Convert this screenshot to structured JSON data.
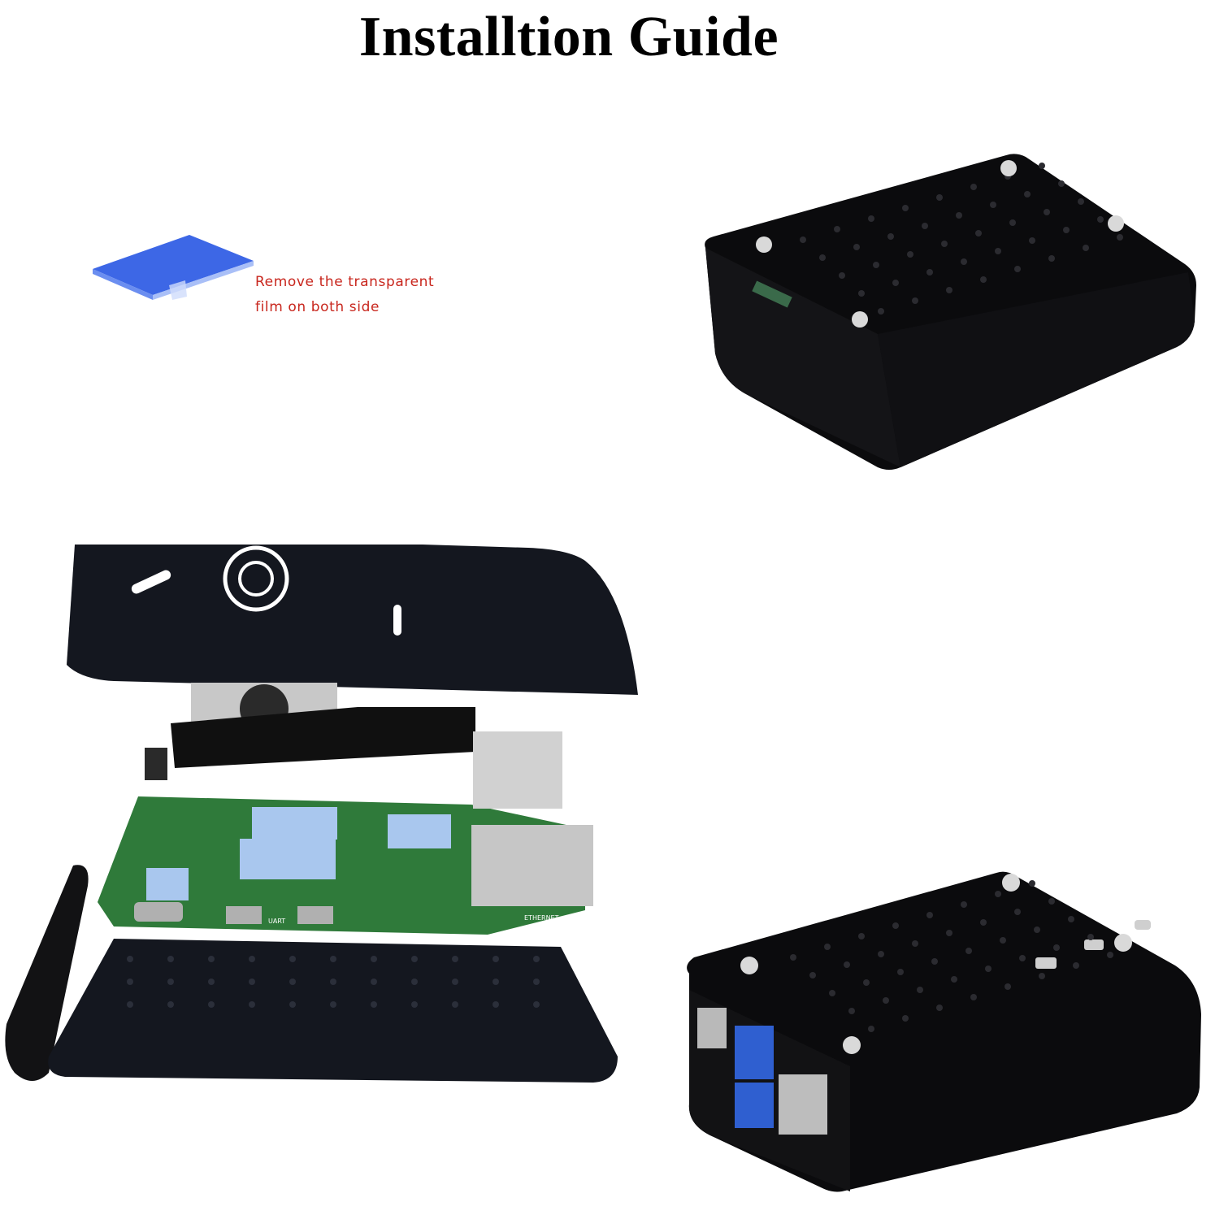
{
  "title": "Installtion Guide",
  "thermal_pad_note": {
    "line1": "Remove the transparent",
    "line2": "film on both side"
  },
  "board_labels": {
    "uart": "UART",
    "ethernet": "ETHERNET"
  },
  "colors": {
    "case_black": "#0b0b0d",
    "pad_blue": "#3d67e6",
    "pcb_green": "#2f7a3a",
    "note_red": "#c8261d"
  },
  "images": [
    {
      "name": "thermal-pad",
      "icon": "thermal-pad-icon"
    },
    {
      "name": "assembled-case-top-view",
      "icon": "case-closed-icon"
    },
    {
      "name": "exploded-assembly-view",
      "icon": "exploded-case-icon"
    },
    {
      "name": "assembled-case-ports-view",
      "icon": "case-ports-icon"
    }
  ]
}
